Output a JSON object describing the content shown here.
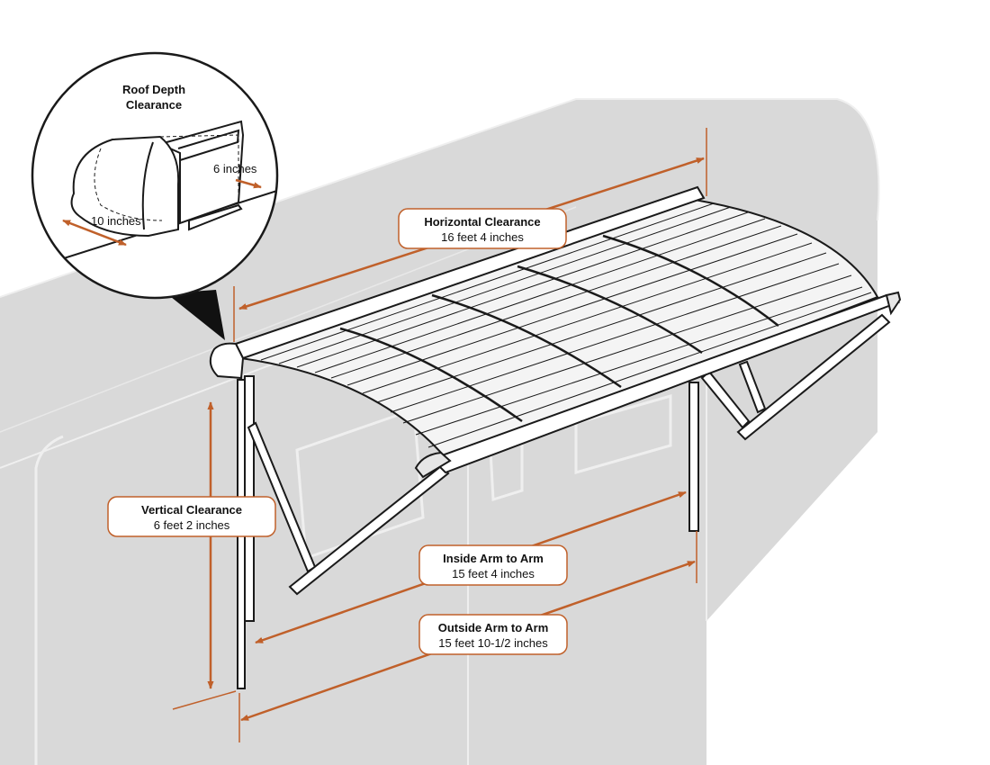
{
  "colors": {
    "accent": "#c0602a",
    "rv_body": "#d9d9d9",
    "rv_edge": "#f2f2f2",
    "outline": "#1a1a1a"
  },
  "inset": {
    "title_line1": "Roof Depth",
    "title_line2": "Clearance",
    "depth": "6 inches",
    "width": "10 inches"
  },
  "labels": {
    "horizontal": {
      "title": "Horizontal Clearance",
      "value": "16 feet 4 inches"
    },
    "vertical": {
      "title": "Vertical Clearance",
      "value": "6 feet 2 inches"
    },
    "inside": {
      "title": "Inside Arm to Arm",
      "value": "15 feet 4 inches"
    },
    "outside": {
      "title": "Outside Arm to Arm",
      "value": "15 feet 10-1/2 inches"
    }
  }
}
